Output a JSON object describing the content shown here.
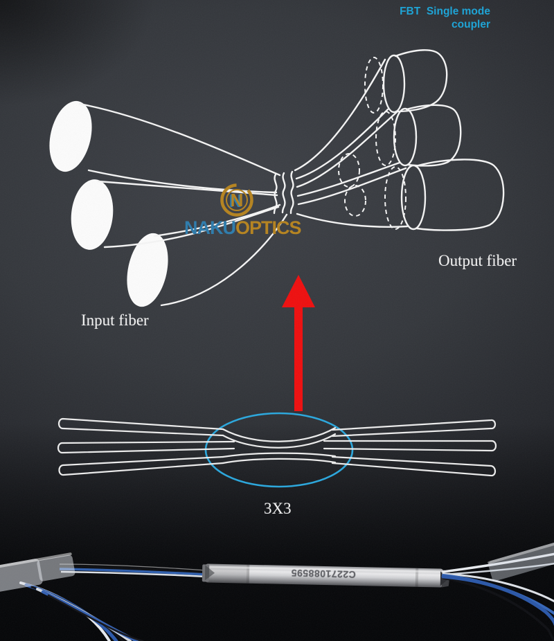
{
  "header": {
    "line1": "FBT  Single mode",
    "line2": "coupler"
  },
  "watermark": {
    "monogram": "N",
    "name_left": "NAKU",
    "name_right": "OPTICS"
  },
  "labels": {
    "output": "Output fiber",
    "input": "Input fiber",
    "schematic": "3X3"
  },
  "photo": {
    "tube_serial": "C2271088595"
  },
  "colors": {
    "header_blue": "#1BA3D6",
    "line_white": "#F4F4F4",
    "line_fill": "#FBFBFB",
    "arrow_red": "#EE0F0F",
    "ellipse_blue": "#2AA7DD",
    "logo_gold": "#B5831F",
    "logo_blue": "#2D7CAD",
    "fiber_blue": "#2A57A8",
    "serial_gray": "#4E4F54"
  }
}
